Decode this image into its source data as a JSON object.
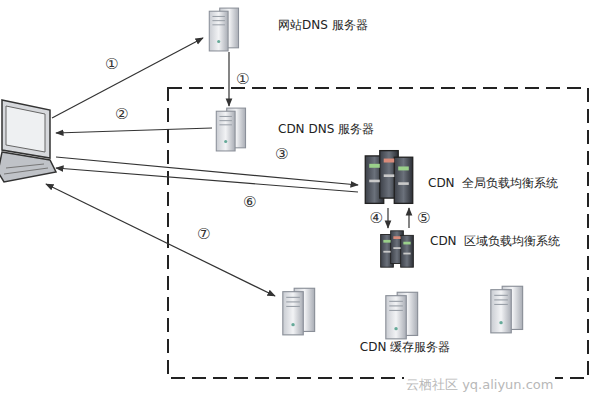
{
  "diagram": {
    "nodes": [
      {
        "text": [
          "网站DNS 服务器"
        ]
      },
      {
        "text": [
          "CDN DNS 服务器"
        ]
      },
      {
        "text": [
          "CDN  全局负载均衡系统"
        ]
      },
      {
        "text": [
          "CDN  区域负载均衡系统"
        ]
      },
      {
        "text": [
          "CDN 缓存服务器"
        ]
      }
    ],
    "edges": [
      {
        "from": 0,
        "to": 1,
        "arrow": "to",
        "label": "①"
      },
      {
        "from": 2,
        "to": 3,
        "arrow": "to",
        "label": "④"
      },
      {
        "from": 3,
        "to": 2,
        "arrow": "to",
        "label": "⑤"
      }
    ],
    "labels": [
      "①",
      "②",
      "③",
      "⑥",
      "⑦",
      "云栖社区 yq.aliyun.com"
    ]
  }
}
